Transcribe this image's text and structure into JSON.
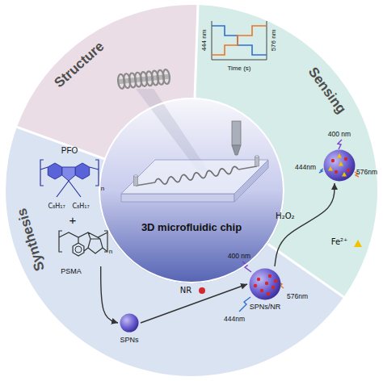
{
  "diagram": {
    "nodes": [
      {
        "text": [
          "3D microfluidic chip"
        ]
      },
      {
        "text": [
          "PFO"
        ]
      },
      {
        "text": [
          "PSMA"
        ]
      },
      {
        "text": [
          "SPNs"
        ]
      },
      {
        "text": [
          "400 nm",
          "SPNs/NR",
          "444nm",
          "576nm"
        ]
      },
      {
        "text": [
          "400 nm",
          "444nm",
          "576nm"
        ]
      }
    ],
    "edges": [
      {
        "from": 2,
        "to": 3,
        "arrow": "to"
      },
      {
        "from": 3,
        "to": 4,
        "label": "NR",
        "arrow": "to"
      },
      {
        "from": 4,
        "to": 5,
        "label": "H₂O₂",
        "arrow": "to"
      }
    ],
    "labels": [
      "Structure",
      "444 nm",
      "576 nm",
      "Time (s)",
      "Sensing",
      "Synthesis",
      "n",
      "C₈H₁₇",
      "C₈H₁₇",
      "+",
      "n",
      "Fe²⁺"
    ]
  }
}
